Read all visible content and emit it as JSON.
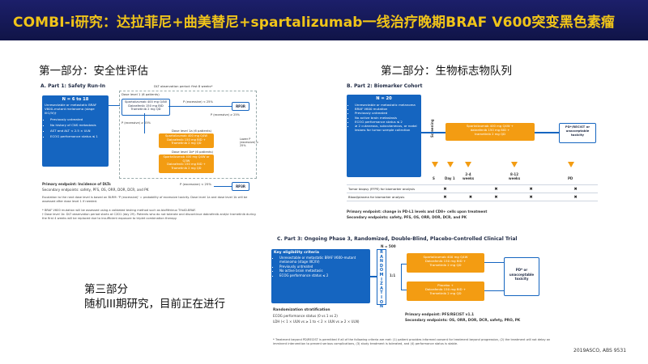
{
  "header": {
    "title": "COMBI-i研究：达拉菲尼+曲美替尼+spartalizumab一线治疗晚期BRAF V600突变黑色素瘤"
  },
  "section_labels": {
    "part1": "第一部分：安全性评估",
    "part2": "第二部分：生物标志物队列",
    "part3_line1": "第三部分",
    "part3_line2": "随机III期研究，目前正在进行"
  },
  "part_a": {
    "title": "A. Part 1: Safety Run-In",
    "dlt_label": "DLT observation period: first 8 weeks*",
    "n_box": {
      "n": "N = 6 to 18",
      "desc": "Unresectable or metastatic BRAF V600–mutant melanoma (stage IIIC/IV)†",
      "bullets": [
        "Previously untreated",
        "No history of CNS metastasis",
        "AST and ALT < 2.5 × ULN",
        "ECOG performance status ≤ 1"
      ]
    },
    "dose1_label": "Dose level 1 (6 patients)",
    "dose1_box": "Spartalizumab 400 mg Q4W\nDabrafenib 150 mg BID\nTrametinib 2 mg QD",
    "excess_top": "P (excessive) < 25%",
    "rp3r": "RP3R",
    "excess_right": "P (excessive) ≥ 25%",
    "lower_label": "Lower P (excessive) < 25%",
    "dose1a_label": "Dose level 1a (6 patients)",
    "dose1a_box": "Spartalizumab 400 mg Q4W\nDabrafenib 150 mg BID +\nTrametinib 2 mg QD",
    "dose1b_label": "Dose level 1b* (6 patients)",
    "dose1b_box": "Spartalizumab 400 mg Q4W or\nQ3W\nDabrafenib 150 mg BID +\nTrametinib 2 mg QD",
    "excess_bottom": "P (excessive) < 25%",
    "rp3r2": "RP3R",
    "primary": "Primary endpoint: Incidence of DLTs",
    "secondary": "Secondary endpoints: safety, PFS, OS, ORR, DOR, DCR, and PK",
    "bottom_note": "Escalation to the next dose level is based on BLRM: 'P (excessive)' = probability of excessive toxicity. Dose level 1a and dose level 1b will be assessed after dose level 1 if needed.",
    "footnotes": [
      "* BRAF V600 mutation will be assessed using a validated testing method such as bioMérieux THxID-BRAF.",
      "† Dose level 1b: DLT observation period starts at C2D1 (day 29). Patients who do not tolerate and discontinue dabrafenib and/or trametinib during the first 4 weeks will be replaced due to insufficient exposure to triplet combination therapy."
    ]
  },
  "part_b": {
    "title": "B. Part 2: Biomarker Cohort",
    "n": "N = 20",
    "bullets": [
      "Unresectable or metastatic melanoma",
      "BRAF V600 mutation",
      "Previously untreated",
      "No active brain metastasis",
      "ECOG performance status ≤ 2",
      "≥ 2 cutaneous, subcutaneous, or nodal lesions for tumor sample collection"
    ],
    "screening": "Screening",
    "treatment_box": "Spartalizumab 400 mg Q4W +\ndabrafenib 150 mg BID +\ntrametinib 2 mg QD",
    "pd_box": "PD*/RECIST or\nunacceptable\ntoxicity",
    "timepoints": [
      "S",
      "Day 1",
      "2-4 weeks",
      "8-12 weeks",
      "PD"
    ],
    "rows": [
      {
        "label": "Tumor biopsy (FFPE) for biomarker analysis",
        "marks": [
          "✖",
          "",
          "✖",
          "✖",
          "✖"
        ]
      },
      {
        "label": "Blood/plasma for biomarker analysis",
        "marks": [
          "✖",
          "✖",
          "✖",
          "✖",
          "✖"
        ]
      }
    ],
    "primary": "Primary endpoint: change in PD-L1 levels and CD8+ cells upon treatment",
    "secondary": "Secondary endpoints: safety, PFS, OS, ORR, DOR, DCR, and PK"
  },
  "part_c": {
    "title": "C. Part 3: Ongoing Phase 3, Randomized, Double-Blind, Placebo-Controlled Clinical Trial",
    "n": "N = 500",
    "elig_title": "Key eligibility criteria",
    "elig": [
      "Unresectable or metastatic BRAF V600–mutant melanoma (stage IIIC/IV)",
      "Previously untreated",
      "No active brain metastasis",
      "ECOG performance status ≤ 2"
    ],
    "randomization": "RANDOMIZATION",
    "ratio": "1:1",
    "arm1": "Spartalizumab 400 mg Q4W\nDabrafenib 150 mg BID +\nTrametinib 2 mg QD",
    "arm2": "Placebo +\nDabrafenib 150 mg BID +\nTrametinib 2 mg QD",
    "pd_box": "PD* or\nunacceptable\ntoxicity",
    "strat_title": "Randomization stratification",
    "strat": [
      "ECOG performance status (0 vs 1 vs 2)",
      "LDH (< 1 × ULN vs ≥ 1 to < 2 × ULN vs ≥ 2 × ULN)"
    ],
    "primary": "Primary endpoint: PFS/RECIST v1.1",
    "secondary": "Secondary endpoints: OS, ORR, DOR, DCR, safety, PRO, PK",
    "footnote": "* Treatment beyond PD/RECIST is permitted if all of the following criteria are met: (1) patient provides informed consent for treatment beyond progression, (2) the treatment will not delay an imminent intervention to prevent serious complications, (3) study treatment is tolerated, and (4) performance status is stable."
  },
  "source": "2019ASCO, ABS 9531",
  "colors": {
    "blue": "#1565c0",
    "orange": "#f39c12",
    "header_bg": "#161a5a",
    "title_yellow": "#f0c419"
  }
}
